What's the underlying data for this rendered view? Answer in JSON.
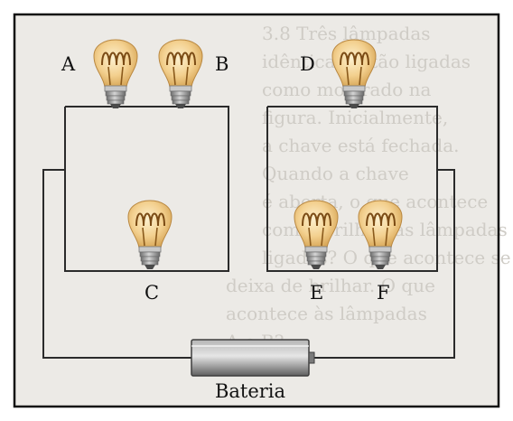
{
  "diagram": {
    "bulbs": [
      {
        "id": "A",
        "label": "A"
      },
      {
        "id": "B",
        "label": "B"
      },
      {
        "id": "C",
        "label": "C"
      },
      {
        "id": "D",
        "label": "D"
      },
      {
        "id": "E",
        "label": "E"
      },
      {
        "id": "F",
        "label": "F"
      }
    ],
    "battery": {
      "label": "Bateria"
    }
  },
  "background_text": [
    "3.8 Três lâmpadas",
    "idênticas estão ligadas",
    "como mostrado na",
    "figura. Inicialmente,",
    "a chave está fechada.",
    "Quando a chave",
    "é aberta, o que acontece",
    "com o brilho das lâmpadas",
    "ligadas? O que acontece se a",
    "deixa de brilhar. O que",
    "acontece às lâmpadas",
    "A e B?"
  ],
  "colors": {
    "page": "#eceae6",
    "border": "#111111",
    "wire": "#2a2a2a",
    "bulb_glass": "#f2cf8c",
    "bulb_glow": "#fbe6b4",
    "filament": "#8a5a1c",
    "base": "#9a9a9a",
    "battery": "#8f8f8f",
    "ghost_text": "#c9c6c1"
  },
  "icons": {
    "bulb": "light-bulb-icon",
    "battery": "battery-icon"
  }
}
